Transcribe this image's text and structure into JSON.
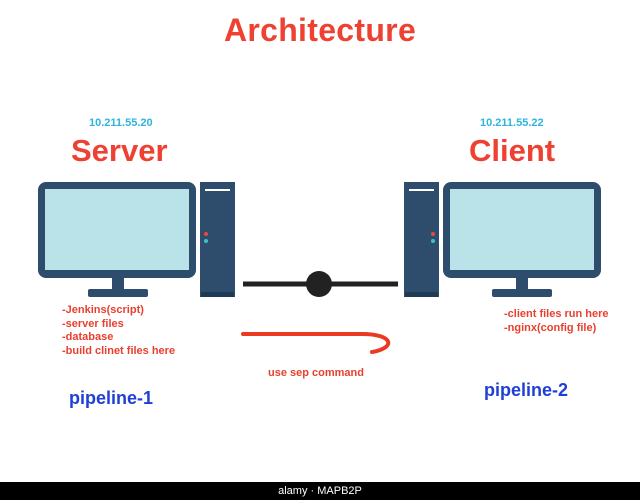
{
  "title": "Architecture",
  "server": {
    "ip": "10.211.55.20",
    "label": "Server",
    "notes": [
      "-Jenkins(script)",
      "-server files",
      "-database",
      "-build clinet files here"
    ],
    "pipeline": "pipeline-1"
  },
  "client": {
    "ip": "10.211.55.22",
    "label": "Client",
    "notes": [
      "-client files run here",
      "-nginx(config file)"
    ],
    "pipeline": "pipeline-2"
  },
  "connection": {
    "command_label": "use sep command"
  },
  "footer": {
    "text": "alamy · MAPB2P"
  },
  "colors": {
    "title_red": "#ee4132",
    "ip_cyan": "#2fb4dc",
    "pipeline_blue": "#1f3fd6",
    "monitor_frame": "#2e4d6c",
    "screen": "#b9e3e9",
    "arrow_red": "#ea3b22"
  }
}
